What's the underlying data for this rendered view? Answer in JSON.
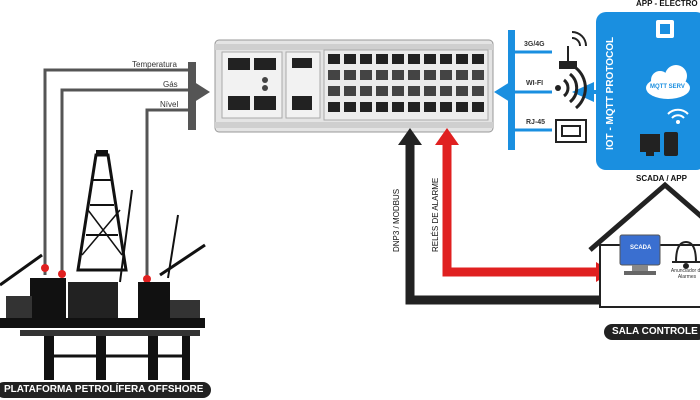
{
  "sensors": {
    "temperature_label": "Temperatura",
    "gas_label": "Gás",
    "level_label": "Nível"
  },
  "comms": {
    "cellular_label": "3G/4G",
    "wifi_label": "WI-FI",
    "ethernet_label": "RJ-45"
  },
  "cloud": {
    "protocol_label": "IOT - MQTT PROTOCOL",
    "app_title": "APP - ELECTRO",
    "server_label": "MQTT SERV",
    "scada_app_label": "SCADA / APP"
  },
  "control_room": {
    "scada_label": "SCADA",
    "annunciator_label": "Anunciador de Alarmes",
    "room_label": "SALA CONTROLE"
  },
  "links": {
    "protocol_label": "DNP3 / MODBUS",
    "relay_label": "RELÉS DE ALARME"
  },
  "platform": {
    "label": "PLATAFORMA PETROLÍFERA OFFSHORE"
  },
  "colors": {
    "cloud_blue": "#1a8fe0",
    "alarm_red": "#e02020",
    "line_gray": "#555555",
    "dark": "#222222"
  }
}
